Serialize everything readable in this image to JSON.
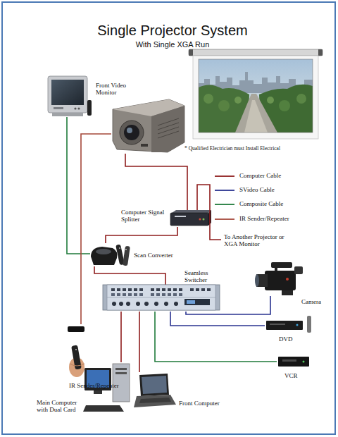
{
  "diagram": {
    "title": "Single Projector System",
    "nodes": [
      {
        "text": [
          "Front Video Monitor"
        ]
      },
      {
        "text": []
      },
      {
        "text": [
          "Computer Signal Splitter"
        ]
      },
      {
        "text": [
          "Scan Converter"
        ]
      },
      {
        "text": [
          "Seamless Switcher"
        ]
      },
      {
        "text": [
          "Camera"
        ]
      },
      {
        "text": [
          "DVD"
        ]
      },
      {
        "text": [
          "IR Sender/Repeater"
        ]
      },
      {
        "text": [
          "VCR"
        ]
      },
      {
        "text": [
          "Main Computer with Dual Card"
        ]
      },
      {
        "text": [
          "Front Computer"
        ]
      }
    ],
    "edges": [
      {
        "from": 1,
        "to": 2,
        "arrow": "none"
      },
      {
        "from": 2,
        "to": 3,
        "arrow": "none"
      },
      {
        "from": 0,
        "to": 3,
        "arrow": "none"
      },
      {
        "from": 3,
        "to": 4,
        "arrow": "none"
      },
      {
        "from": 7,
        "to": 1,
        "arrow": "none"
      },
      {
        "from": 4,
        "to": 9,
        "arrow": "none"
      },
      {
        "from": 4,
        "to": 10,
        "arrow": "none"
      },
      {
        "from": 4,
        "to": 8,
        "arrow": "none"
      },
      {
        "from": 4,
        "to": 6,
        "arrow": "none"
      },
      {
        "from": 4,
        "to": 5,
        "arrow": "none"
      }
    ],
    "labels": [
      "With Single XGA Run",
      "* Qualified Electrician must Install Electrical",
      "To Another Projector or XGA Monitor"
    ],
    "legend": [
      {
        "text": "Computer Cable"
      },
      {
        "text": "SVideo Cable"
      },
      {
        "text": "Composite Cable"
      },
      {
        "text": "IR Sender/Repeater"
      }
    ]
  }
}
